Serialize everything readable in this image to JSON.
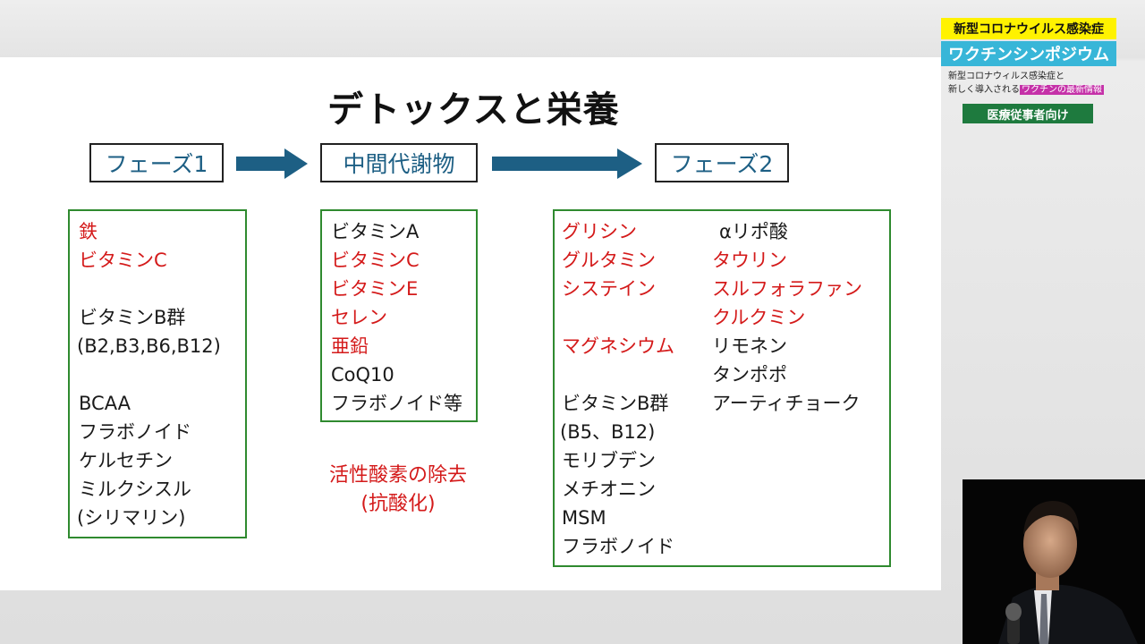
{
  "slide": {
    "title": "デトックスと栄養",
    "phases": {
      "phase1": "フェーズ1",
      "intermediate": "中間代謝物",
      "phase2": "フェーズ2"
    },
    "phase1_items": [
      {
        "text": "鉄",
        "color": "red"
      },
      {
        "text": "ビタミンC",
        "color": "red"
      },
      {
        "text": "ビタミンB群",
        "color": "black"
      },
      {
        "text": "(B2,B3,B6,B12)",
        "color": "black"
      },
      {
        "text": "BCAA",
        "color": "black"
      },
      {
        "text": "フラボノイド",
        "color": "black"
      },
      {
        "text": "ケルセチン",
        "color": "black"
      },
      {
        "text": "ミルクシスル",
        "color": "black"
      },
      {
        "text": "(シリマリン)",
        "color": "black"
      }
    ],
    "intermediate_items": [
      {
        "text": "ビタミンA",
        "color": "black"
      },
      {
        "text": "ビタミンC",
        "color": "red"
      },
      {
        "text": "ビタミンE",
        "color": "red"
      },
      {
        "text": "セレン",
        "color": "red"
      },
      {
        "text": "亜鉛",
        "color": "red"
      },
      {
        "text": "CoQ10",
        "color": "black"
      },
      {
        "text": "フラボノイド等",
        "color": "black"
      }
    ],
    "note_line1": "活性酸素の除去",
    "note_line2": "(抗酸化)",
    "phase2_left": [
      {
        "text": "グリシン",
        "color": "red"
      },
      {
        "text": "グルタミン",
        "color": "red"
      },
      {
        "text": "システイン",
        "color": "red"
      },
      {
        "text": "マグネシウム",
        "color": "red"
      },
      {
        "text": "ビタミンB群",
        "color": "black"
      },
      {
        "text": "(B5、B12)",
        "color": "black"
      },
      {
        "text": "モリブデン",
        "color": "black"
      },
      {
        "text": "メチオニン",
        "color": "black"
      },
      {
        "text": "MSM",
        "color": "black"
      },
      {
        "text": "フラボノイド",
        "color": "black"
      }
    ],
    "phase2_right": [
      {
        "text": "αリポ酸",
        "color": "black"
      },
      {
        "text": "タウリン",
        "color": "red"
      },
      {
        "text": "スルフォラファン",
        "color": "red"
      },
      {
        "text": "クルクミン",
        "color": "red"
      },
      {
        "text": "リモネン",
        "color": "black"
      },
      {
        "text": "タンポポ",
        "color": "black"
      },
      {
        "text": "アーティチョーク",
        "color": "black"
      }
    ]
  },
  "banner": {
    "line1": "新型コロナウイルス感染症",
    "line2": "ワクチンシンポジウム",
    "sub1": "新型コロナウィルス感染症と",
    "sub2_prefix": "新しく導入される",
    "sub2_highlight": "ワクチンの最新情報",
    "audience": "医療従事者向け"
  },
  "colors": {
    "phase_text": "#1d5f84",
    "arrow": "#1d5f84",
    "box_border": "#2f8a2f",
    "red_text": "#d41a1a",
    "banner_yellow": "#fff200",
    "banner_cyan": "#38b6d8",
    "banner_green": "#1e7a3e"
  }
}
